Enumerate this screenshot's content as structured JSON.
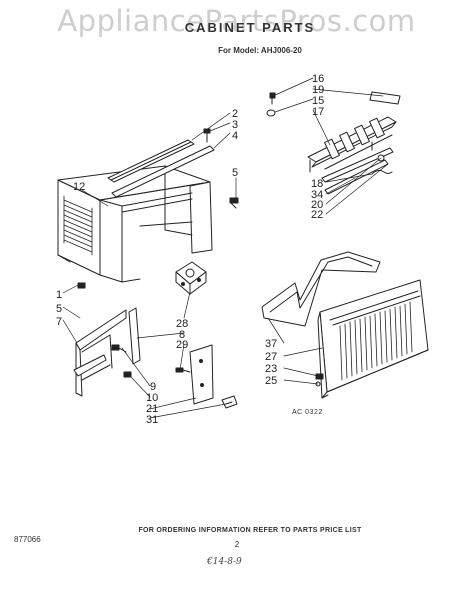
{
  "watermark": "AppliancePartsPros.com",
  "header": {
    "title": "CABINET PARTS",
    "model": "For Model: AHJ006-20"
  },
  "footer": {
    "note": "FOR ORDERING INFORMATION REFER TO PARTS PRICE LIST",
    "left_code": "877066",
    "page_number": "2",
    "handwritten": "€14-8-9"
  },
  "diagram_code": "AC 0322",
  "callouts": {
    "c2": "2",
    "c3": "3",
    "c4": "4",
    "c5": "5",
    "c12": "12",
    "c1": "1",
    "c5b": "5",
    "c7": "7",
    "c16": "16",
    "c19": "19",
    "c15": "15",
    "c17": "17",
    "c18": "18",
    "c34": "34",
    "c20": "20",
    "c22": "22",
    "c28": "28",
    "c8": "8",
    "c29": "29",
    "c9": "9",
    "c10": "10",
    "c21": "21",
    "c31": "31",
    "c37": "37",
    "c27": "27",
    "c23": "23",
    "c25": "25"
  }
}
